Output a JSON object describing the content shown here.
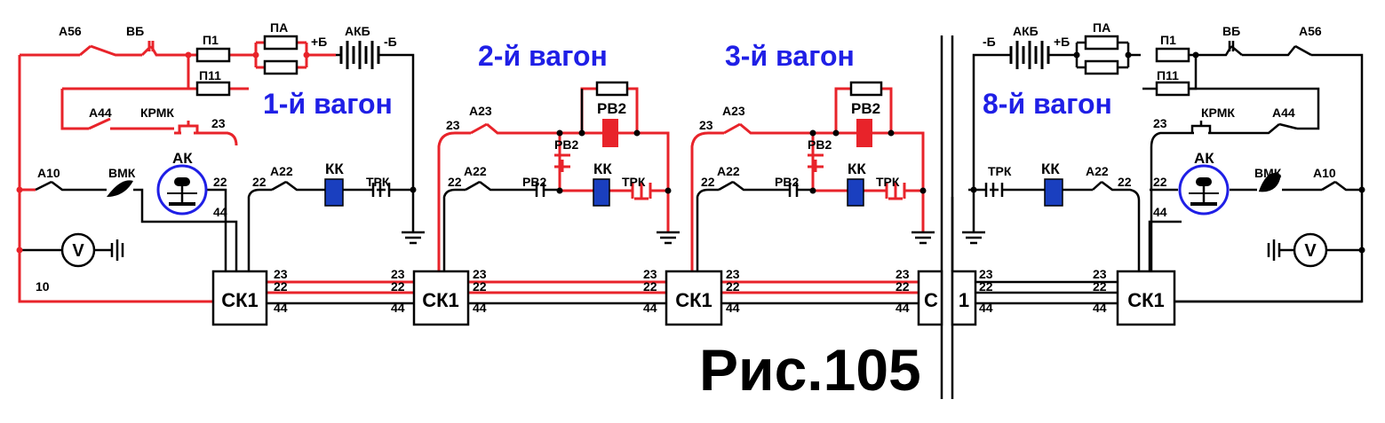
{
  "figure_caption": "Рис.105",
  "cars": {
    "car1": "1-й вагон",
    "car2": "2-й вагон",
    "car3": "3-й вагон",
    "car8": "8-й вагон"
  },
  "labels": {
    "a56": "А56",
    "vb": "ВБ",
    "p1": "П1",
    "p11": "П11",
    "pa": "ПА",
    "plus_b": "+Б",
    "akb": "АКБ",
    "minus_b": "-Б",
    "a44": "А44",
    "krmk": "КРМК",
    "a10": "А10",
    "vmk": "ВМК",
    "ak": "АК",
    "a22": "А22",
    "a23": "А23",
    "kk": "КК",
    "trk": "ТРК",
    "rv2": "РВ2",
    "sk1": "СК1",
    "volt": "V",
    "w23": "23",
    "w22": "22",
    "w44": "44",
    "w10": "10"
  },
  "colors": {
    "energized_wire": "#e8232a",
    "wire": "#000000",
    "car_label": "#1f1fe6",
    "contactor_coil": "#1a3fbf",
    "relay_coil": "#e8232a"
  }
}
